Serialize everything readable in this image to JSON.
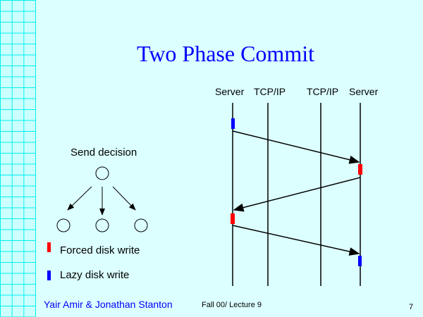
{
  "slide": {
    "title": "Two Phase Commit",
    "author": "Yair Amir & Jonathan Stanton",
    "lecture": "Fall 00/ Lecture 9",
    "page": "7"
  },
  "timeline": {
    "columns": [
      "Server",
      "TCP/IP",
      "TCP/IP",
      "Server"
    ]
  },
  "tree": {
    "label": "Send decision"
  },
  "legend": {
    "forced": "Forced disk write",
    "lazy": "Lazy disk write"
  },
  "colors": {
    "forced": "#ff0000",
    "lazy": "#0000ff",
    "title": "#0000ff"
  }
}
